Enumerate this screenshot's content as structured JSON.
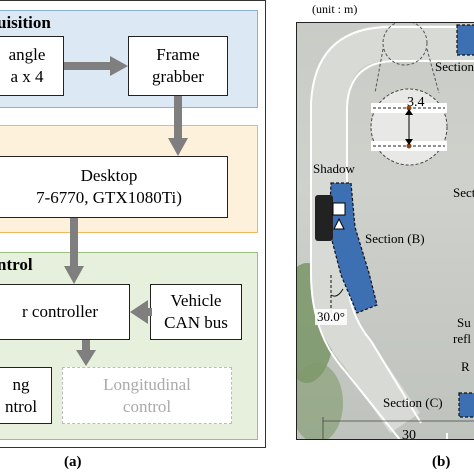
{
  "panel_a": {
    "label": "(a)",
    "acquisition": {
      "title": "uisition",
      "camera_box": [
        "angle",
        "a x 4"
      ],
      "grabber_box": [
        "Frame",
        "grabber"
      ]
    },
    "processing": {
      "title": "",
      "desktop_box": [
        "Desktop",
        "7-6770, GTX1080Ti)"
      ]
    },
    "control": {
      "title": "ntrol",
      "controller_box": "r controller",
      "can_box": [
        "Vehicle",
        "CAN bus"
      ],
      "steering_box": [
        "ng",
        "ntrol"
      ],
      "longitudinal_box": [
        "Longitudinal",
        "control"
      ]
    }
  },
  "panel_b": {
    "label": "(b)",
    "unit": "(unit : m)",
    "section_top_right": "Section",
    "section_top_left_fragment": "S",
    "lane_width": "3.4",
    "section_right_fragment": "Secti",
    "shadow": "Shadow",
    "section_b": "Section (B)",
    "angle": "30.0°",
    "surface_fragment": [
      "Su",
      "refl"
    ],
    "r_fragment": "R",
    "section_c": "Section (C)",
    "width_dim": "30"
  },
  "colors": {
    "acquisition_bg": "#dce8f4",
    "processing_bg": "#fdf1dc",
    "control_bg": "#e6f0dd",
    "section_marker": "#3d6fb3",
    "arrow": "#7f7f7f"
  }
}
